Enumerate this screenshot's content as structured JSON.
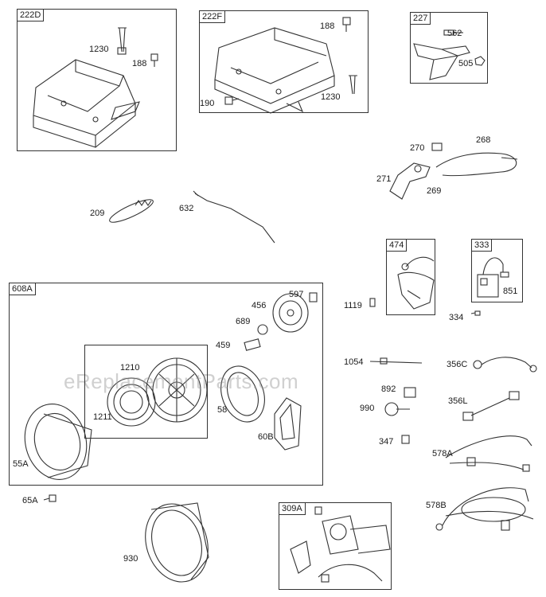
{
  "watermark": "eReplacementParts.com",
  "boxes": {
    "b222D": "222D",
    "b222F": "222F",
    "b227": "227",
    "b474": "474",
    "b333": "333",
    "b608A": "608A",
    "b309A": "309A"
  },
  "parts": {
    "p1230a": "1230",
    "p188a": "188",
    "p188b": "188",
    "p190": "190",
    "p1230b": "1230",
    "p562": "562",
    "p505": "505",
    "p270": "270",
    "p268": "268",
    "p271": "271",
    "p269": "269",
    "p209": "209",
    "p632": "632",
    "p1119": "1119",
    "p851": "851",
    "p334": "334",
    "p597": "597",
    "p456": "456",
    "p689": "689",
    "p459": "459",
    "p1210": "1210",
    "p1211": "1211",
    "p58": "58",
    "p60B": "60B",
    "p55A": "55A",
    "p65A": "65A",
    "p930": "930",
    "p1054": "1054",
    "p356C": "356C",
    "p892": "892",
    "p990": "990",
    "p356L": "356L",
    "p347": "347",
    "p578A": "578A",
    "p578B": "578B"
  }
}
